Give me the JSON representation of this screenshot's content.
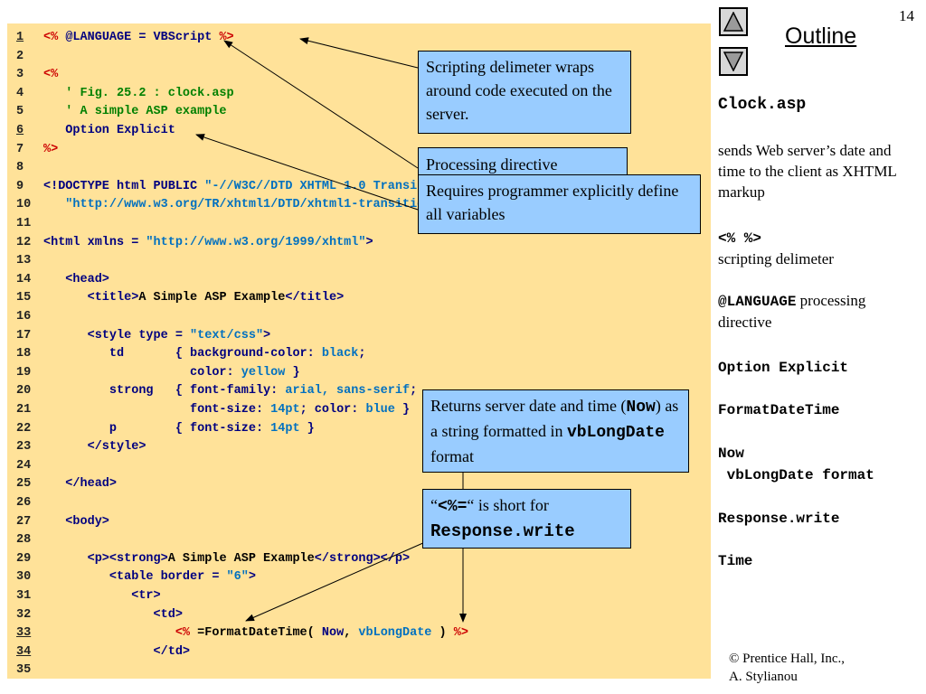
{
  "page_number": "14",
  "nav": {
    "up_icon": "triangle-up-icon",
    "down_icon": "triangle-down-icon",
    "outline_label": "Outline"
  },
  "colors": {
    "code_bg": "#FFE299",
    "callout_bg": "#99CCFF",
    "keyword": "#000080",
    "string": "#0070C0",
    "delimiter": "#CC0000",
    "comment": "#008000"
  },
  "code_lines": [
    {
      "n": "1",
      "ul": true,
      "t": [
        [
          "r",
          "<% "
        ],
        [
          "k",
          "@LANGUAGE = VBScript "
        ],
        [
          "r",
          "%>"
        ]
      ]
    },
    {
      "n": "2",
      "ul": false,
      "t": []
    },
    {
      "n": "3",
      "ul": false,
      "t": [
        [
          "r",
          "<%"
        ]
      ]
    },
    {
      "n": "4",
      "ul": false,
      "t": [
        [
          "g",
          "   ' Fig. 25.2 : clock.asp"
        ]
      ]
    },
    {
      "n": "5",
      "ul": false,
      "t": [
        [
          "g",
          "   ' A simple ASP example"
        ]
      ]
    },
    {
      "n": "6",
      "ul": true,
      "t": [
        [
          "k",
          "   Option Explicit"
        ]
      ]
    },
    {
      "n": "7",
      "ul": false,
      "t": [
        [
          "r",
          "%>"
        ]
      ]
    },
    {
      "n": "8",
      "ul": false,
      "t": []
    },
    {
      "n": "9",
      "ul": false,
      "t": [
        [
          "k",
          "<!DOCTYPE html PUBLIC "
        ],
        [
          "s",
          "\"-//W3C//DTD XHTML 1.0 Transitional//EN\""
        ]
      ]
    },
    {
      "n": "10",
      "ul": false,
      "t": [
        [
          "s",
          "   \"http://www.w3.org/TR/xhtml1/DTD/xhtml1-transitional.dtd\""
        ],
        [
          "k",
          ">"
        ]
      ]
    },
    {
      "n": "11",
      "ul": false,
      "t": []
    },
    {
      "n": "12",
      "ul": false,
      "t": [
        [
          "k",
          "<html xmlns = "
        ],
        [
          "s",
          "\"http://www.w3.org/1999/xhtml\""
        ],
        [
          "k",
          ">"
        ]
      ]
    },
    {
      "n": "13",
      "ul": false,
      "t": []
    },
    {
      "n": "14",
      "ul": false,
      "t": [
        [
          "k",
          "   <head>"
        ]
      ]
    },
    {
      "n": "15",
      "ul": false,
      "t": [
        [
          "k",
          "      <title>"
        ],
        [
          "b",
          "A Simple ASP Example"
        ],
        [
          "k",
          "</title>"
        ]
      ]
    },
    {
      "n": "16",
      "ul": false,
      "t": []
    },
    {
      "n": "17",
      "ul": false,
      "t": [
        [
          "k",
          "      <style type = "
        ],
        [
          "s",
          "\"text/css\""
        ],
        [
          "k",
          ">"
        ]
      ]
    },
    {
      "n": "18",
      "ul": false,
      "t": [
        [
          "k",
          "         td       { background-color: "
        ],
        [
          "s",
          "black"
        ],
        [
          "k",
          ";"
        ]
      ]
    },
    {
      "n": "19",
      "ul": false,
      "t": [
        [
          "k",
          "                    color: "
        ],
        [
          "s",
          "yellow"
        ],
        [
          "k",
          " }"
        ]
      ]
    },
    {
      "n": "20",
      "ul": false,
      "t": [
        [
          "k",
          "         strong   { font-family: "
        ],
        [
          "s",
          "arial, sans-serif"
        ],
        [
          "k",
          ";"
        ]
      ]
    },
    {
      "n": "21",
      "ul": false,
      "t": [
        [
          "k",
          "                    font-size: "
        ],
        [
          "s",
          "14pt"
        ],
        [
          "k",
          "; color: "
        ],
        [
          "s",
          "blue"
        ],
        [
          "k",
          " }"
        ]
      ]
    },
    {
      "n": "22",
      "ul": false,
      "t": [
        [
          "k",
          "         p        { font-size: "
        ],
        [
          "s",
          "14pt"
        ],
        [
          "k",
          " }"
        ]
      ]
    },
    {
      "n": "23",
      "ul": false,
      "t": [
        [
          "k",
          "      </style>"
        ]
      ]
    },
    {
      "n": "24",
      "ul": false,
      "t": []
    },
    {
      "n": "25",
      "ul": false,
      "t": [
        [
          "k",
          "   </head>"
        ]
      ]
    },
    {
      "n": "26",
      "ul": false,
      "t": []
    },
    {
      "n": "27",
      "ul": false,
      "t": [
        [
          "k",
          "   <body>"
        ]
      ]
    },
    {
      "n": "28",
      "ul": false,
      "t": []
    },
    {
      "n": "29",
      "ul": false,
      "t": [
        [
          "k",
          "      <p><strong>"
        ],
        [
          "b",
          "A Simple ASP Example"
        ],
        [
          "k",
          "</strong></p>"
        ]
      ]
    },
    {
      "n": "30",
      "ul": false,
      "t": [
        [
          "k",
          "         <table border = "
        ],
        [
          "s",
          "\"6\""
        ],
        [
          "k",
          ">"
        ]
      ]
    },
    {
      "n": "31",
      "ul": false,
      "t": [
        [
          "k",
          "            <tr>"
        ]
      ]
    },
    {
      "n": "32",
      "ul": false,
      "t": [
        [
          "k",
          "               <td>"
        ]
      ]
    },
    {
      "n": "33",
      "ul": true,
      "t": [
        [
          "r",
          "                  <% "
        ],
        [
          "b",
          "=FormatDateTime( "
        ],
        [
          "k",
          "Now"
        ],
        [
          "b",
          ", "
        ],
        [
          "s",
          "vbLongDate"
        ],
        [
          "b",
          " ) "
        ],
        [
          "r",
          "%>"
        ]
      ]
    },
    {
      "n": "34",
      "ul": true,
      "t": [
        [
          "k",
          "               </td>"
        ]
      ]
    },
    {
      "n": "35",
      "ul": false,
      "t": []
    }
  ],
  "callouts": {
    "delimiter": "Scripting delimeter wraps around code executed on the server.",
    "processing": "Processing directive specifying scripting language",
    "explicit": "Requires programmer explicitly define all variables",
    "returns_pre": "Returns server date and time (",
    "returns_now": "Now",
    "returns_mid": ") as a string formatted in ",
    "returns_fmt": "vbLongDate",
    "returns_post": " format",
    "short_open": "“",
    "short_code": "<%=",
    "short_mid": "“ is short for",
    "short_response": "Response.write"
  },
  "sidebar": {
    "title": "Clock.asp",
    "desc": "sends Web server’s date and time to the client as XHTML markup",
    "delim_code": "<% %>",
    "delim_text": "scripting delimeter",
    "lang_code": "@LANGUAGE",
    "lang_text": " processing directive",
    "option_explicit": "Option Explicit",
    "format_date_time": "FormatDateTime",
    "now": "Now",
    "vblongdate": " vbLongDate format",
    "response_write": "Response.write",
    "time": "Time"
  },
  "copyright": {
    "line1": "© Prentice Hall, Inc.,",
    "line2": "A. Stylianou"
  }
}
